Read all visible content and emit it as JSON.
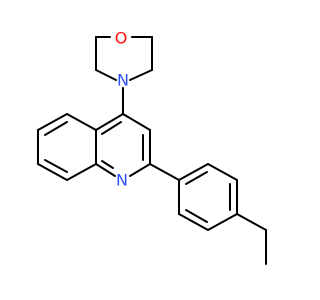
{
  "molecule": {
    "atoms": {
      "morpholine_oxygen": {
        "label": "O",
        "color": "#ff0d0d"
      },
      "morpholine_nitrogen": {
        "label": "N",
        "color": "#3050f8"
      },
      "quinoline_nitrogen": {
        "label": "N",
        "color": "#3050f8"
      }
    },
    "bond_color": "#000000",
    "background": "#ffffff"
  }
}
